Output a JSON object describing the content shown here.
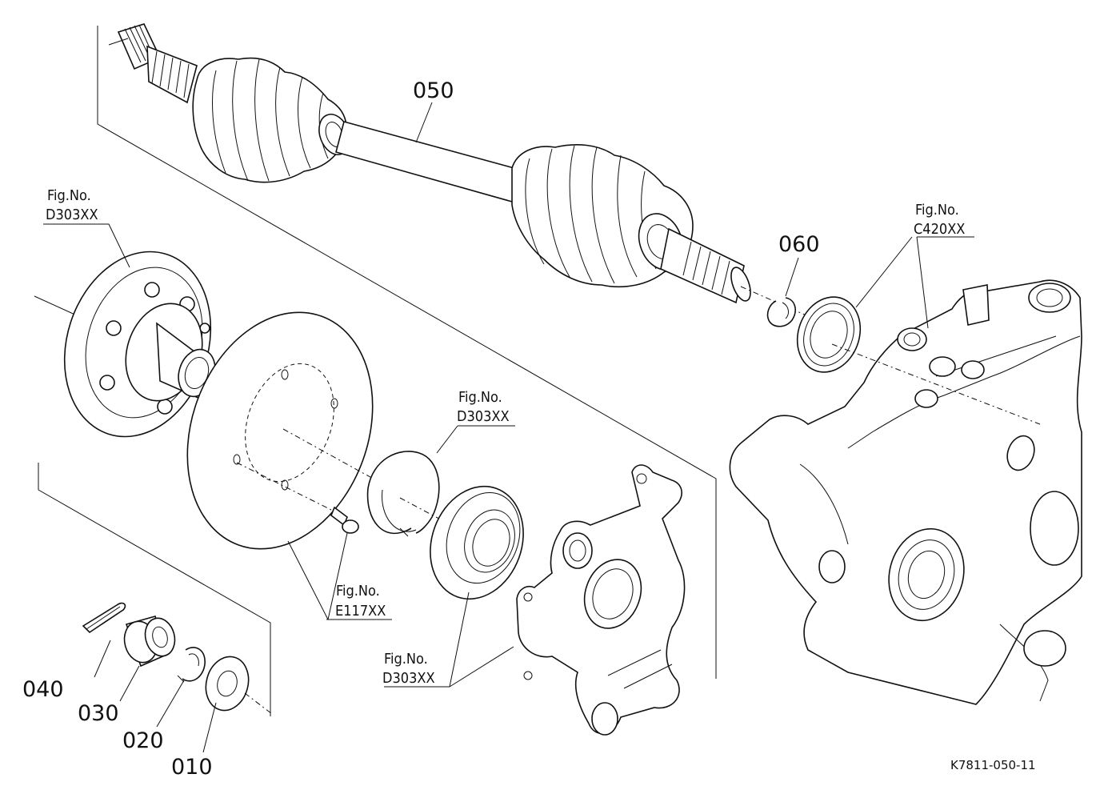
{
  "drawing_code": "K7811-050-11",
  "parts": [
    {
      "id": "p050",
      "number": "050"
    },
    {
      "id": "p060",
      "number": "060"
    },
    {
      "id": "p040",
      "number": "040"
    },
    {
      "id": "p030",
      "number": "030"
    },
    {
      "id": "p020",
      "number": "020"
    },
    {
      "id": "p010",
      "number": "010"
    }
  ],
  "figure_refs": [
    {
      "prefix": "Fig.No.",
      "code": "D303XX"
    },
    {
      "prefix": "Fig.No.",
      "code": "C420XX"
    },
    {
      "prefix": "Fig.No.",
      "code": "D303XX"
    },
    {
      "prefix": "Fig.No.",
      "code": "E117XX"
    },
    {
      "prefix": "Fig.No.",
      "code": "D303XX"
    }
  ]
}
